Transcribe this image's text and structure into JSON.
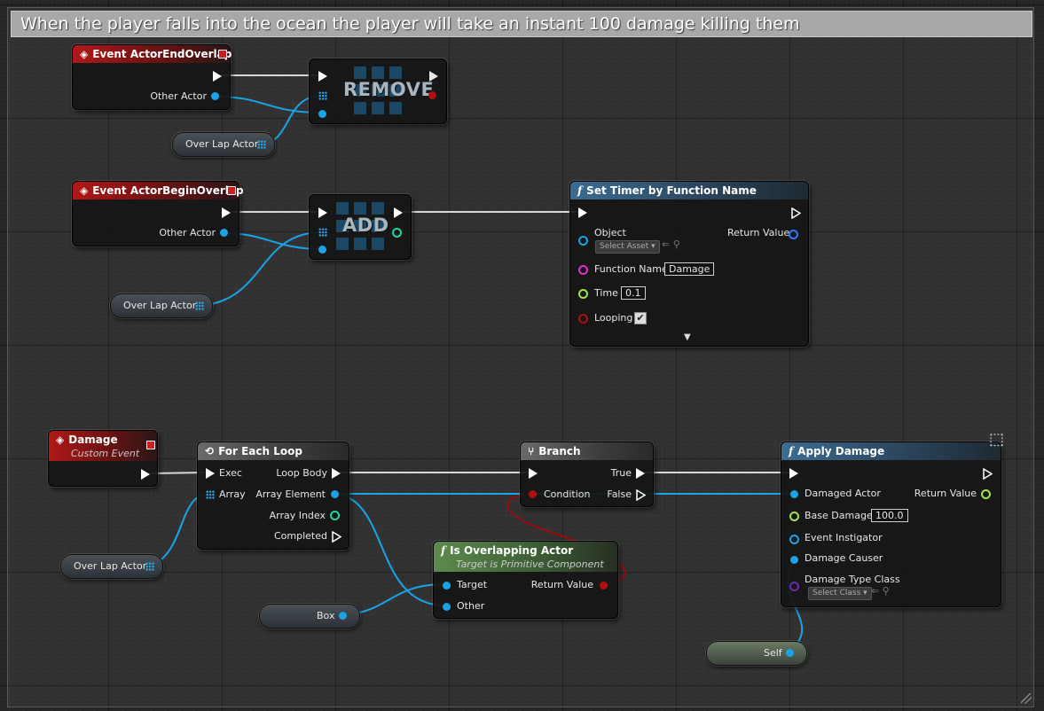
{
  "comment": {
    "title": "When the player falls into the ocean the player will take an instant 100 damage killing them"
  },
  "colors": {
    "exec": "#ffffff",
    "object_pin": "#1aa4e8",
    "bool_pin": "#b01010",
    "float_pin": "#9ee64a",
    "string_pin": "#e030d0",
    "int_pin": "#1ad6a0",
    "class_pin": "#6a2aa8",
    "event_header": "#b01818",
    "function_header": "#3c6c92"
  },
  "nodes": {
    "end_overlap": {
      "title": "Event ActorEndOverlap",
      "other_actor": "Other Actor"
    },
    "begin_overlap": {
      "title": "Event ActorBeginOverlap",
      "other_actor": "Other Actor"
    },
    "remove": {
      "title": "REMOVE"
    },
    "add": {
      "title": "ADD"
    },
    "overlap_var_1": {
      "label": "Over Lap Actor"
    },
    "overlap_var_2": {
      "label": "Over Lap Actor"
    },
    "overlap_var_3": {
      "label": "Over Lap Actor"
    },
    "set_timer": {
      "title": "Set Timer by Function Name",
      "object": "Object",
      "select_asset": "Select Asset",
      "return_value": "Return Value",
      "function_name": "Function Name",
      "function_name_value": "Damage",
      "time": "Time",
      "time_value": "0.1",
      "looping": "Looping",
      "looping_checked": true
    },
    "damage_event": {
      "title": "Damage",
      "subtitle": "Custom Event"
    },
    "for_each": {
      "title": "For Each Loop",
      "exec": "Exec",
      "loop_body": "Loop Body",
      "array": "Array",
      "array_element": "Array Element",
      "array_index": "Array Index",
      "completed": "Completed"
    },
    "branch": {
      "title": "Branch",
      "true_label": "True",
      "condition": "Condition",
      "false_label": "False"
    },
    "is_overlapping": {
      "title": "Is Overlapping Actor",
      "subtitle": "Target is Primitive Component",
      "target": "Target",
      "return_value": "Return Value",
      "other": "Other"
    },
    "box_var": {
      "label": "Box"
    },
    "apply_damage": {
      "title": "Apply Damage",
      "damaged_actor": "Damaged Actor",
      "return_value": "Return Value",
      "base_damage": "Base Damage",
      "base_damage_value": "100.0",
      "event_instigator": "Event Instigator",
      "damage_causer": "Damage Causer",
      "damage_type_class": "Damage Type Class",
      "select_class": "Select Class"
    },
    "self_var": {
      "label": "Self"
    }
  }
}
